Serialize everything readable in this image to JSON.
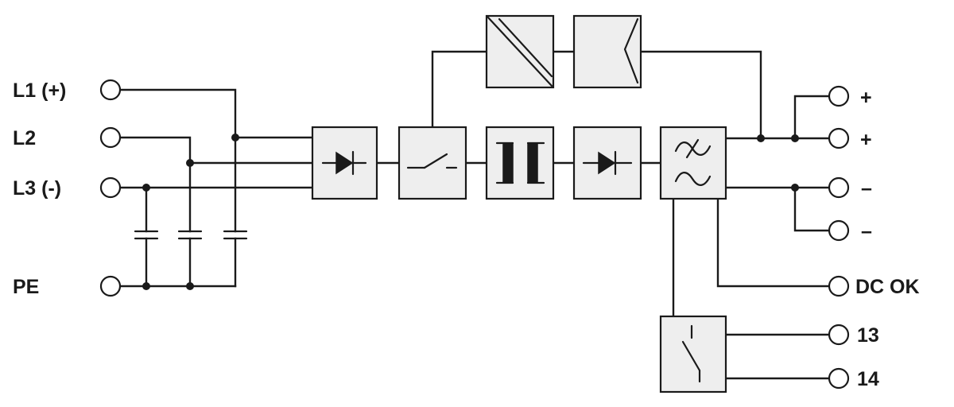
{
  "inputs": {
    "l1": "L1 (+)",
    "l2": "L2",
    "l3": "L3 (-)",
    "pe": "PE"
  },
  "outputs": {
    "plus_1": "+",
    "plus_2": "+",
    "minus_1": "–",
    "minus_2": "–",
    "dc_ok": "DC OK",
    "relay_13": "13",
    "relay_14": "14"
  }
}
